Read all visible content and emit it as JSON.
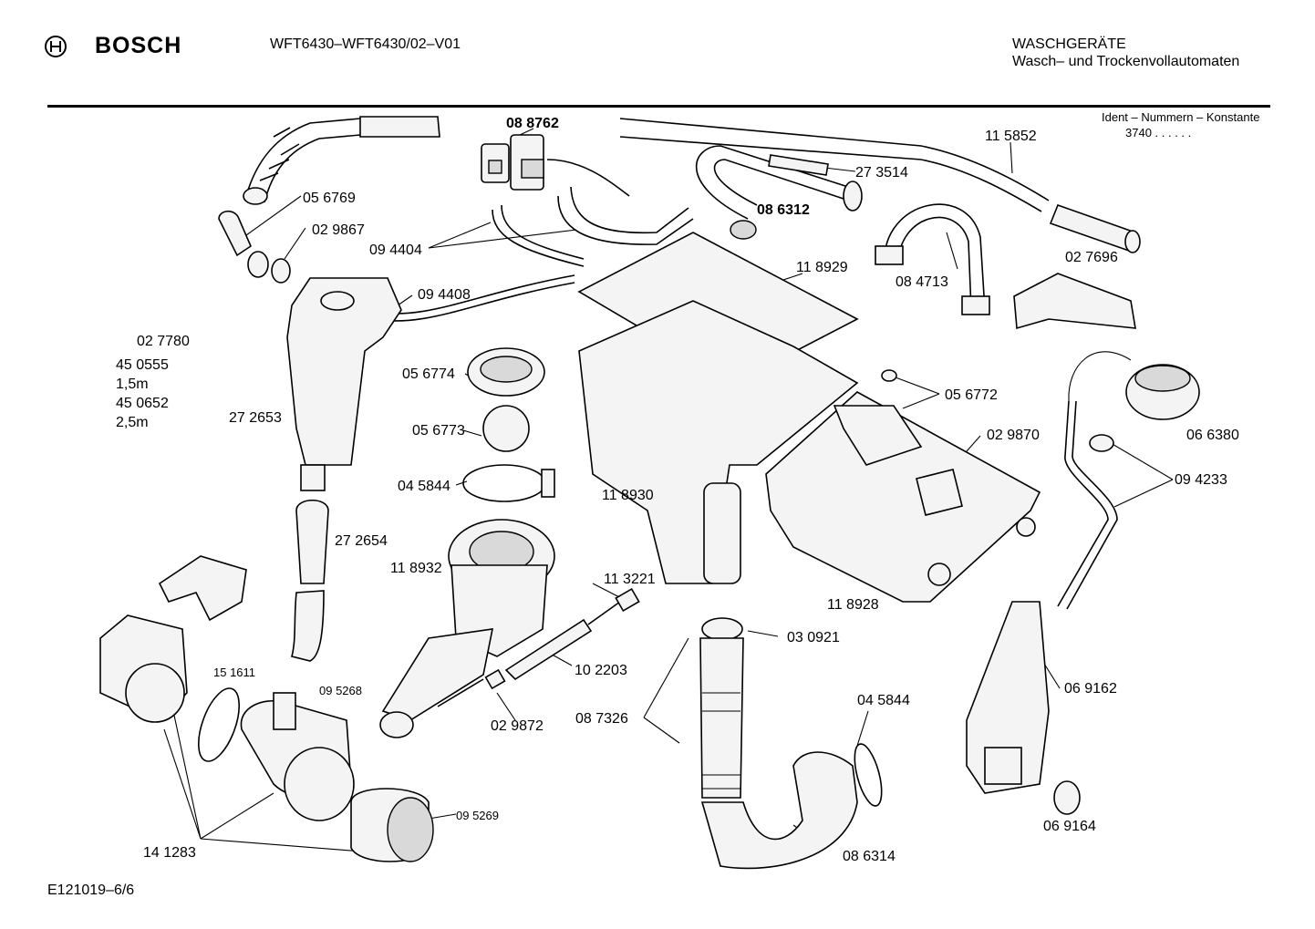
{
  "header": {
    "brand": "BOSCH",
    "model": "WFT6430–WFT6430/02–V01",
    "category_title": "WASCHGERÄTE",
    "category_subtitle": "Wasch– und Trockenvollautomaten",
    "ident_label": "Ident – Nummern – Konstante",
    "ident_value": "3740 . . . . . ."
  },
  "footer": {
    "doc_code": "E121019–6/6"
  },
  "parts": {
    "p088762": "08 8762",
    "p115852": "11 5852",
    "p273514": "27 3514",
    "p086312": "08 6312",
    "p056769": "05 6769",
    "p029867": "02 9867",
    "p094404": "09 4404",
    "p027696": "02 7696",
    "p084713": "08 4713",
    "p118929": "11 8929",
    "p094408": "09 4408",
    "p027780": "02 7780",
    "p450555": "45 0555",
    "len15": "1,5m",
    "p450652": "45 0652",
    "len25": "2,5m",
    "p056774": "05 6774",
    "p272653": "27 2653",
    "p056773": "05 6773",
    "p056772": "05 6772",
    "p029870": "02 9870",
    "p066380": "06 6380",
    "p045844a": "04 5844",
    "p118930": "11 8930",
    "p094233": "09 4233",
    "p272654": "27 2654",
    "p118932": "11 8932",
    "p113221": "11 3221",
    "p118928": "11 8928",
    "p030921": "03 0921",
    "p102203": "10 2203",
    "p151611": "15 1611",
    "p095268": "09 5268",
    "p069162": "06 9162",
    "p029872": "02 9872",
    "p087326": "08 7326",
    "p045844b": "04 5844",
    "p095269": "09 5269",
    "p141283": "14 1283",
    "p069164": "06 9164",
    "p086314": "08 6314"
  }
}
